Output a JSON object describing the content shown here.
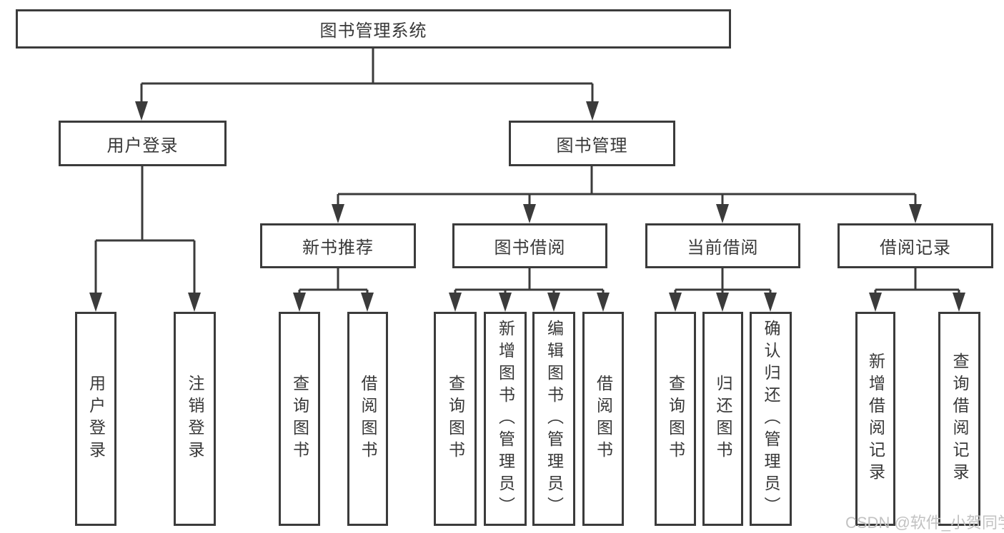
{
  "diagram": {
    "title": "图书管理系统",
    "user_login": {
      "label": "用户登录",
      "children": [
        "用户登录",
        "注销登录"
      ]
    },
    "book_mgmt": {
      "label": "图书管理",
      "sections": [
        {
          "label": "新书推荐",
          "children": [
            "查询图书",
            "借阅图书"
          ]
        },
        {
          "label": "图书借阅",
          "children": [
            "查询图书",
            "新增图书（管理员）",
            "编辑图书（管理员）",
            "借阅图书"
          ]
        },
        {
          "label": "当前借阅",
          "children": [
            "查询图书",
            "归还图书",
            "确认归还（管理员）"
          ]
        },
        {
          "label": "借阅记录",
          "children": [
            "新增借阅记录",
            "查询借阅记录"
          ]
        }
      ]
    },
    "watermark": "CSDN @软件_小贺同学",
    "colors": {
      "line": "#3b3b3b",
      "text": "#383838",
      "watermark": "#c2c2c2"
    }
  }
}
